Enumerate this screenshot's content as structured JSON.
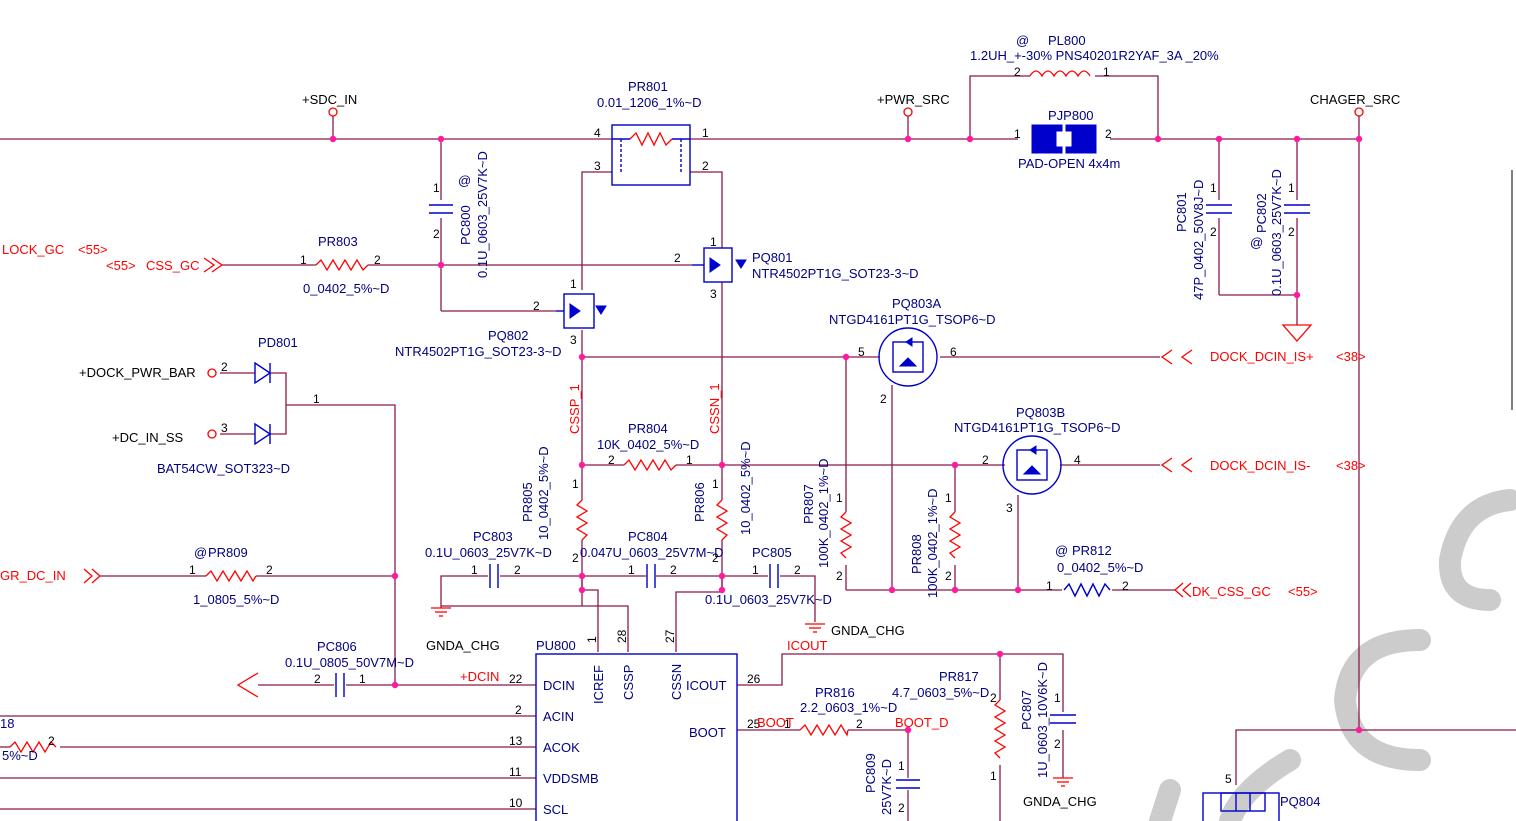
{
  "nets": {
    "sdc_in": "+SDC_IN",
    "pwr_src": "+PWR_SRC",
    "chager_src": "CHAGER_SRC",
    "dock_pwr_bar": "+DOCK_PWR_BAR",
    "dc_in_ss": "+DC_IN_SS",
    "lock_gc": "LOCK_GC",
    "lock_gc_ref": "<55>",
    "css_gc_ref": "<55>",
    "css_gc": "CSS_GC",
    "dock_dcin_is_p": "DOCK_DCIN_IS+",
    "dock_dcin_is_p_ref": "<38>",
    "dock_dcin_is_n": "DOCK_DCIN_IS-",
    "dock_dcin_is_n_ref": "<38>",
    "gr_dc_in": "GR_DC_IN",
    "dk_css_gc": "DK_CSS_GC",
    "dk_css_gc_ref": "<55>",
    "cssp1": "CSSP_1",
    "cssn1": "CSSN_1",
    "dcin": "+DCIN",
    "icout": "ICOUT",
    "boot": "BOOT",
    "boot_d": "BOOT_D",
    "gnda1": "GNDA_CHG",
    "gnda2": "GNDA_CHG",
    "gnda3": "GNDA_CHG"
  },
  "components": {
    "pl800": {
      "ref": "PL800",
      "mark": "@",
      "value": "1.2UH_+-30% PNS40201R2YAF_3A _20%"
    },
    "pjp800": {
      "ref": "PJP800",
      "value": "PAD-OPEN 4x4m"
    },
    "pr801": {
      "ref": "PR801",
      "value": "0.01_1206_1%~D"
    },
    "pc800": {
      "ref": "PC800",
      "mark": "@",
      "value": "0.1U_0603_25V7K~D"
    },
    "pr803": {
      "ref": "PR803",
      "value": "0_0402_5%~D"
    },
    "pq801": {
      "ref": "PQ801",
      "value": "NTR4502PT1G_SOT23-3~D"
    },
    "pq802": {
      "ref": "PQ802",
      "value": "NTR4502PT1G_SOT23-3~D"
    },
    "pd801": {
      "ref": "PD801",
      "value": "BAT54CW_SOT323~D"
    },
    "pc801": {
      "ref": "PC801",
      "value": "47P_0402_50V8J~D"
    },
    "pc802": {
      "ref": "PC802",
      "mark": "@",
      "value": "0.1U_0603_25V7K~D"
    },
    "pq803a": {
      "ref": "PQ803A",
      "value": "NTGD4161PT1G_TSOP6~D"
    },
    "pq803b": {
      "ref": "PQ803B",
      "value": "NTGD4161PT1G_TSOP6~D"
    },
    "pr804": {
      "ref": "PR804",
      "value": "10K_0402_5%~D"
    },
    "pr805": {
      "ref": "PR805",
      "value": "10_0402_5%~D"
    },
    "pr806": {
      "ref": "PR806",
      "value": "10_0402_5%~D"
    },
    "pr807": {
      "ref": "PR807",
      "value": "100K_0402_1%~D"
    },
    "pr808": {
      "ref": "PR808",
      "value": "100K_0402_1%~D"
    },
    "pr809": {
      "ref": "PR809",
      "mark": "@",
      "value": "1_0805_5%~D"
    },
    "pr812": {
      "ref": "PR812",
      "mark": "@",
      "value": "0_0402_5%~D"
    },
    "pc803": {
      "ref": "PC803",
      "value": "0.1U_0603_25V7K~D"
    },
    "pc804": {
      "ref": "PC804",
      "value": "0.047U_0603_25V7M~D"
    },
    "pc805": {
      "ref": "PC805",
      "value": "0.1U_0603_25V7K~D"
    },
    "pc806": {
      "ref": "PC806",
      "value": "0.1U_0805_50V7M~D"
    },
    "pr816": {
      "ref": "PR816",
      "value": "2.2_0603_1%~D"
    },
    "pr817": {
      "ref": "PR817",
      "value": "4.7_0603_5%~D"
    },
    "pc807": {
      "ref": "PC807",
      "value": "1U_0603_10V6K~D"
    },
    "pc809": {
      "ref": "PC809",
      "value": "25V7K~D"
    },
    "pq804": {
      "ref": "PQ804"
    },
    "pr818": {
      "ref": "18",
      "value": "5%~D"
    }
  },
  "pu800": {
    "ref": "PU800",
    "pins_left": [
      "DCIN",
      "ACIN",
      "ACOK",
      "VDDSMB",
      "SCL"
    ],
    "pins_top": [
      "ICREF",
      "CSSP",
      "CSSN"
    ],
    "pins_right": [
      "ICOUT",
      "BOOT"
    ]
  },
  "colors": {
    "wire": "#8b1a4a",
    "symbol": "#0000cc",
    "net_label": "#ff0000",
    "component_text": "#000080",
    "junction": "#ff1aa0"
  }
}
